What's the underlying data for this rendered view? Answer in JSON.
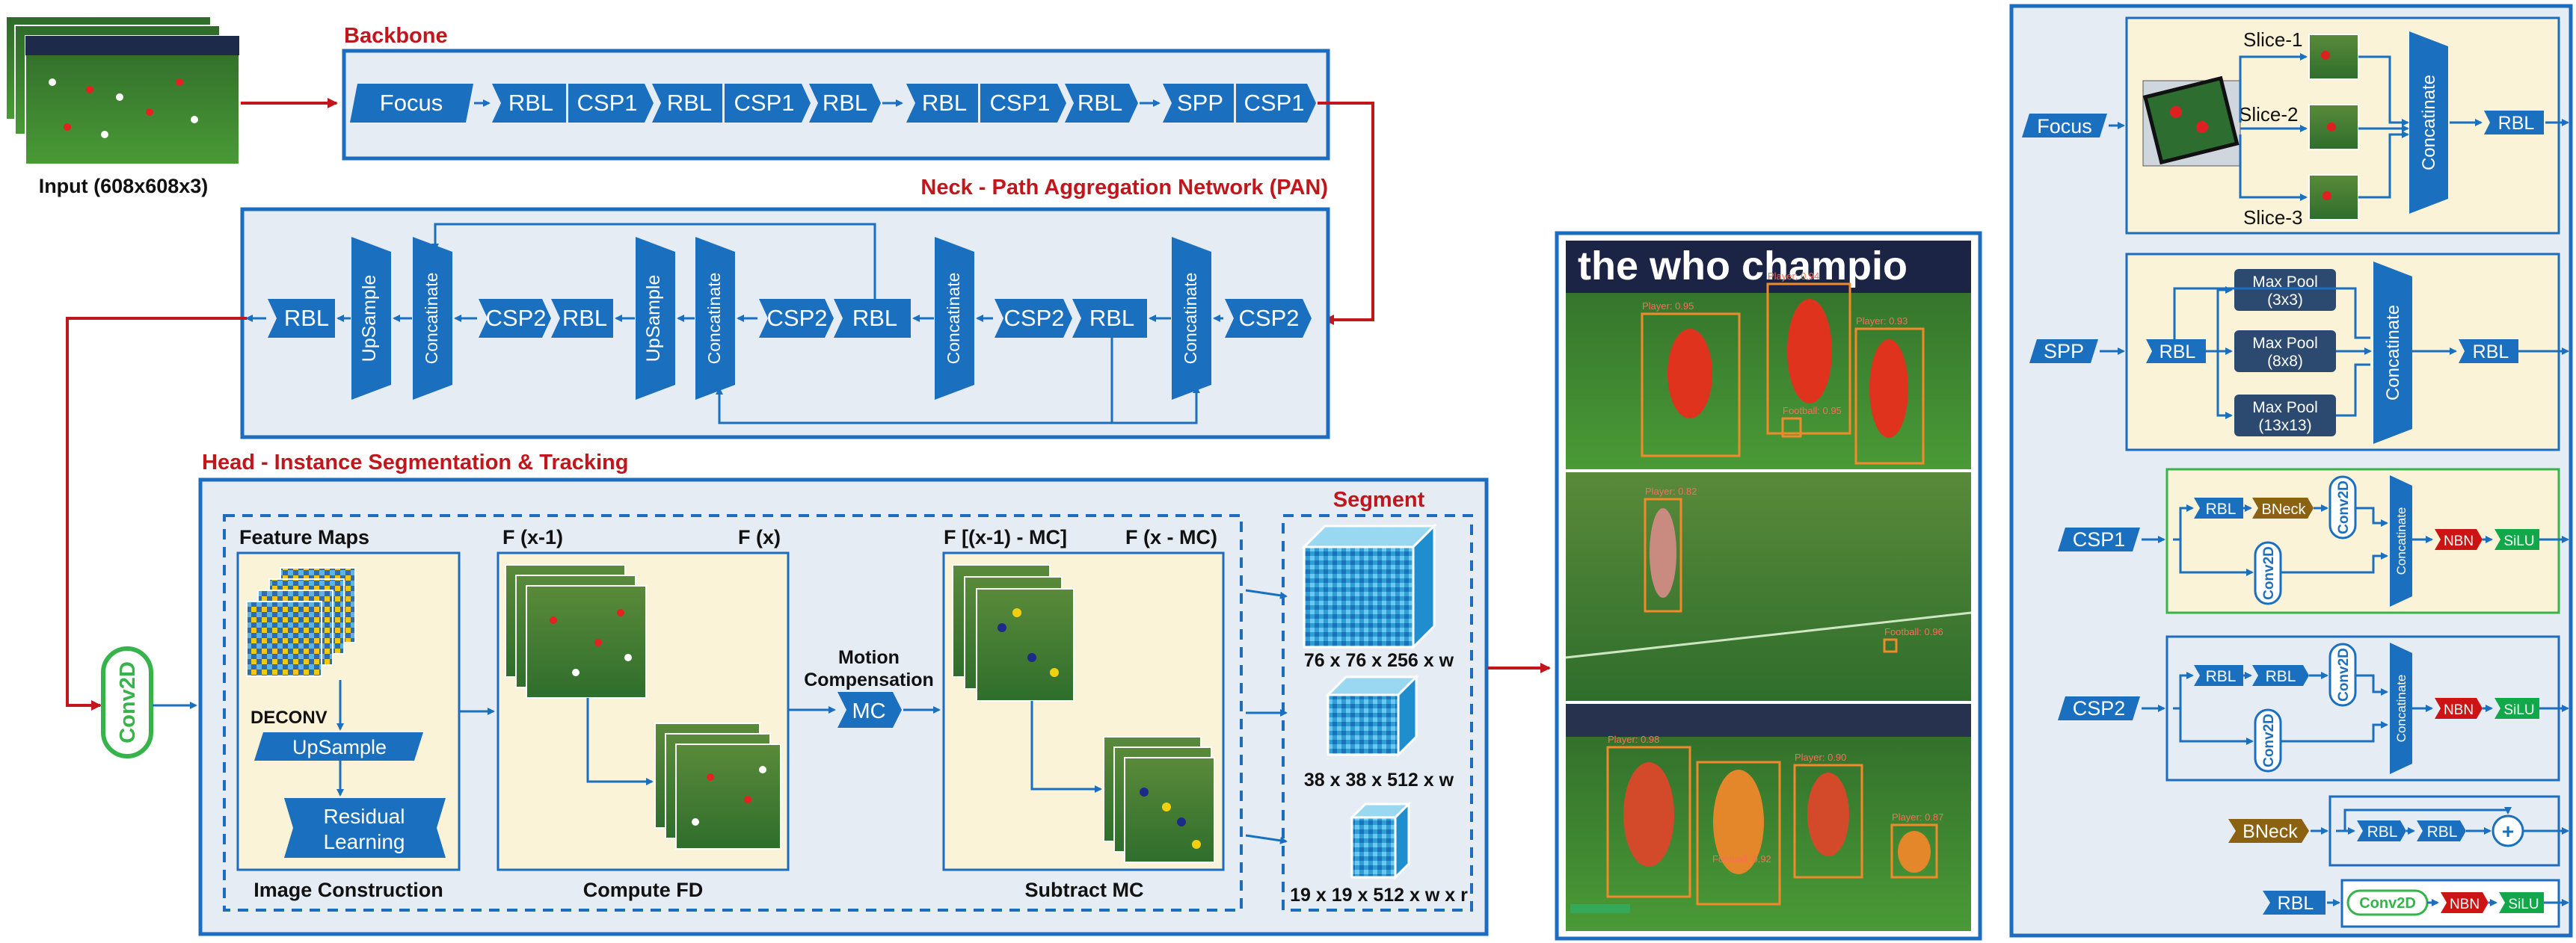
{
  "input": {
    "caption": "Input (608x608x3)"
  },
  "backbone": {
    "title": "Backbone",
    "blocks": [
      "Focus",
      "RBL",
      "CSP1",
      "RBL",
      "CSP1",
      "RBL",
      "RBL",
      "CSP1",
      "RBL",
      "SPP",
      "CSP1"
    ]
  },
  "neck": {
    "title": "Neck - Path Aggregation Network (PAN)",
    "blocks": {
      "rbl": "RBL",
      "csp2": "CSP2",
      "upsample": "UpSample",
      "concat": "Concatinate"
    }
  },
  "head": {
    "title": "Head - Instance Segmentation & Tracking",
    "conv": "Conv2D",
    "feature_maps": "Feature Maps",
    "deconv": "DECONV",
    "upsample": "UpSample",
    "residual_1": "Residual",
    "residual_2": "Learning",
    "image_construction": "Image Construction",
    "f_prev": "F (x-1)",
    "f_curr": "F (x)",
    "compute_fd": "Compute FD",
    "motion_1": "Motion",
    "motion_2": "Compensation",
    "mc": "MC",
    "f_prev_mc": "F [(x-1) - MC]",
    "f_curr_mc": "F (x - MC)",
    "subtract_mc": "Subtract MC",
    "segment": "Segment",
    "seg_1": "76 x 76 x 256 x w",
    "seg_2": "38 x 38 x 512 x w",
    "seg_3": "19 x 19 x 512 x w x r"
  },
  "results": {
    "banner": "the who champio",
    "boxes": [
      "Player: 0.95",
      "Player: 0.94",
      "Player: 0.93",
      "Football: 0.95",
      "Player: 0.82",
      "Football: 0.96",
      "Player: 0.98",
      "Player: 0.90",
      "Football: 0.92",
      "Player: 0.87"
    ]
  },
  "legend": {
    "focus": {
      "label": "Focus",
      "slices": [
        "Slice-1",
        "Slice-2",
        "Slice-3"
      ],
      "concat": "Concatinate",
      "rbl": "RBL"
    },
    "spp": {
      "label": "SPP",
      "rbl": "RBL",
      "pools": [
        [
          "Max Pool",
          "(3x3)"
        ],
        [
          "Max Pool",
          "(8x8)"
        ],
        [
          "Max Pool",
          "(13x13)"
        ]
      ],
      "concat": "Concatinate",
      "rbl_out": "RBL"
    },
    "csp1": {
      "label": "CSP1",
      "rbl": "RBL",
      "bneck": "BNeck",
      "conv": "Conv2D",
      "concat": "Concatinate",
      "nbn": "NBN",
      "silu": "SiLU"
    },
    "csp2": {
      "label": "CSP2",
      "rbl": "RBL",
      "conv": "Conv2D",
      "concat": "Concatinate",
      "nbn": "NBN",
      "silu": "SiLU"
    },
    "bneck": {
      "label": "BNeck",
      "rbl": "RBL",
      "plus": "+"
    },
    "rbl": {
      "label": "RBL",
      "conv": "Conv2D",
      "nbn": "NBN",
      "silu": "SiLU"
    }
  },
  "colors": {
    "block_blue": "#1a6fbf",
    "frame_blue": "#1c6cc0",
    "panel_fill": "#e6ecf4",
    "cream": "#fbf3d8",
    "dark_red": "#c0161c",
    "green": "#36b34a",
    "bneck_brown": "#8a6212",
    "nbn_red": "#cc1414",
    "silu_green": "#12a84a",
    "pool_navy": "#2c4a70"
  }
}
